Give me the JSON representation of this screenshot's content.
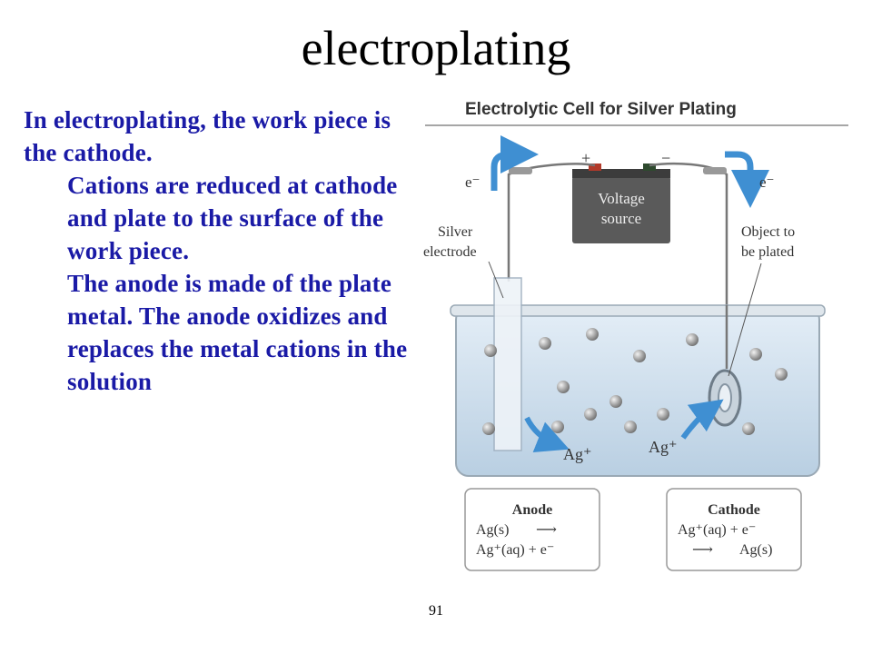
{
  "slide": {
    "title": "electroplating",
    "page_number": "91"
  },
  "body_text": {
    "intro": "In electroplating, the work piece is the cathode.",
    "point_1": "Cations are reduced at cathode and plate to the surface of the work piece.",
    "point_2": "The anode is made of the plate metal.  The anode oxidizes and replaces the metal cations in the solution"
  },
  "figure": {
    "title": "Electrolytic Cell for Silver Plating",
    "plus_sign": "+",
    "minus_sign": "−",
    "electron_left": "e⁻",
    "electron_right": "e⁻",
    "voltage_line1": "Voltage",
    "voltage_line2": "source",
    "silver_line1": "Silver",
    "silver_line2": "electrode",
    "object_line1": "Object to",
    "object_line2": "be plated",
    "ion_left": "Ag⁺",
    "ion_right": "Ag⁺",
    "anode_box": {
      "title": "Anode",
      "line1_left": "Ag(s)",
      "line1_arrow": "⟶",
      "line2": "Ag⁺(aq) + e⁻"
    },
    "cathode_box": {
      "title": "Cathode",
      "line1": "Ag⁺(aq) + e⁻",
      "line2_arrow": "⟶",
      "line2_right": "Ag(s)"
    },
    "colors": {
      "body_text": "#1a1aa6",
      "arrow_blue": "#3f8fd2",
      "solution": "#cfe0ee",
      "battery": "#5a5a5a",
      "ion_grey": "#8a8a8a"
    }
  }
}
